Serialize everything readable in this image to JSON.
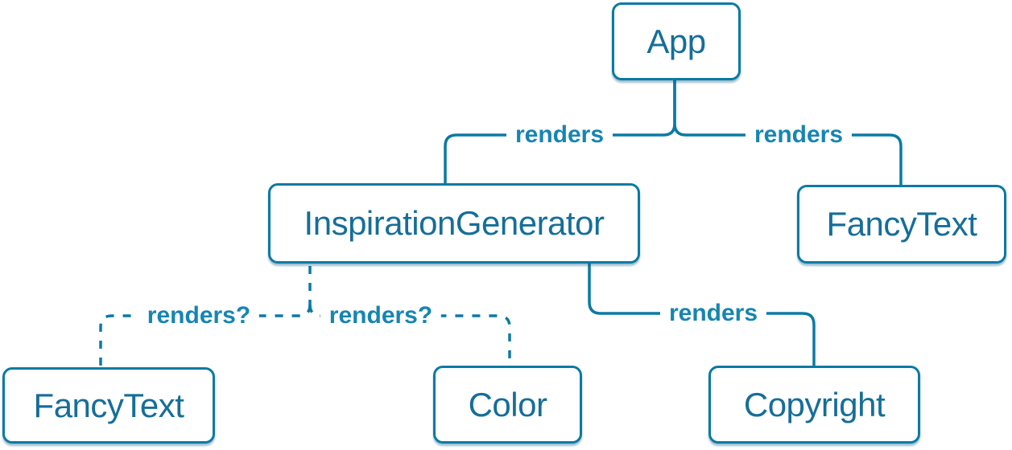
{
  "colors": {
    "accent_line": "#0b7aa4",
    "node_text": "#156e99",
    "edge_label_text": "#1685b2",
    "node_background": "#ffffff"
  },
  "nodes": [
    {
      "id": "app",
      "label": "App"
    },
    {
      "id": "inspiration-generator",
      "label": "InspirationGenerator"
    },
    {
      "id": "fancy-text-top",
      "label": "FancyText"
    },
    {
      "id": "fancy-text-bottom",
      "label": "FancyText"
    },
    {
      "id": "color",
      "label": "Color"
    },
    {
      "id": "copyright",
      "label": "Copyright"
    }
  ],
  "edges": [
    {
      "from": "App",
      "to": "InspirationGenerator",
      "label": "renders",
      "style": "solid"
    },
    {
      "from": "App",
      "to": "FancyText",
      "label": "renders",
      "style": "solid"
    },
    {
      "from": "InspirationGenerator",
      "to": "Copyright",
      "label": "renders",
      "style": "solid"
    },
    {
      "from": "InspirationGenerator",
      "to": "FancyText",
      "label": "renders?",
      "style": "dashed"
    },
    {
      "from": "InspirationGenerator",
      "to": "Color",
      "label": "renders?",
      "style": "dashed"
    }
  ]
}
